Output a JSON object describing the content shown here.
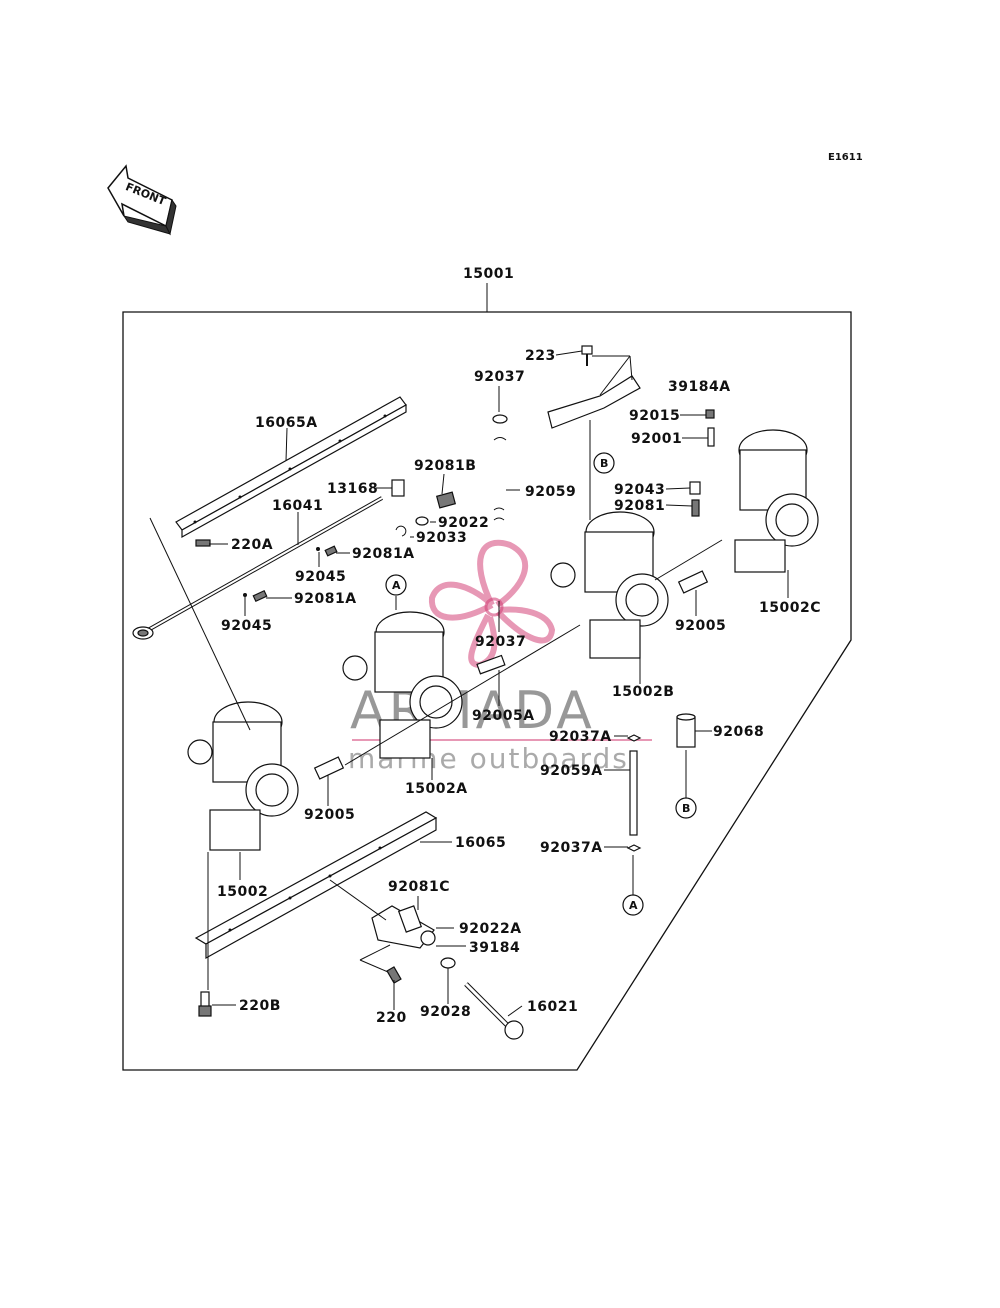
{
  "diagram_code": "E1611",
  "front_label": "FRONT",
  "assembly_label": "15001",
  "labels": {
    "p223": "223",
    "p92037_top": "92037",
    "p39184A": "39184A",
    "p92015": "92015",
    "p92001": "92001",
    "p16065A": "16065A",
    "p92081B": "92081B",
    "p13168": "13168",
    "p92059": "92059",
    "p92043": "92043",
    "p92081": "92081",
    "p16041": "16041",
    "p92022": "92022",
    "p220A": "220A",
    "p92033": "92033",
    "p92081A_1": "92081A",
    "p92045_1": "92045",
    "p92081A_2": "92081A",
    "p92045_2": "92045",
    "p92037_mid": "92037",
    "p92005_right": "92005",
    "p15002C": "15002C",
    "p15002B": "15002B",
    "p92005A": "92005A",
    "p92037A_1": "92037A",
    "p92068": "92068",
    "p92059A": "92059A",
    "p15002A": "15002A",
    "p92005_left": "92005",
    "p16065": "16065",
    "p92037A_2": "92037A",
    "p15002": "15002",
    "p92081C": "92081C",
    "p92022A": "92022A",
    "p39184": "39184",
    "p220B": "220B",
    "p16021": "16021",
    "p220": "220",
    "p92028": "92028"
  },
  "callouts": {
    "A_top": "A",
    "B_top": "B",
    "B_bottom": "B",
    "A_bottom": "A"
  },
  "watermark": {
    "brand": "ARMADA",
    "tagline": "marine outboards",
    "accent_color": "#d4447a"
  }
}
